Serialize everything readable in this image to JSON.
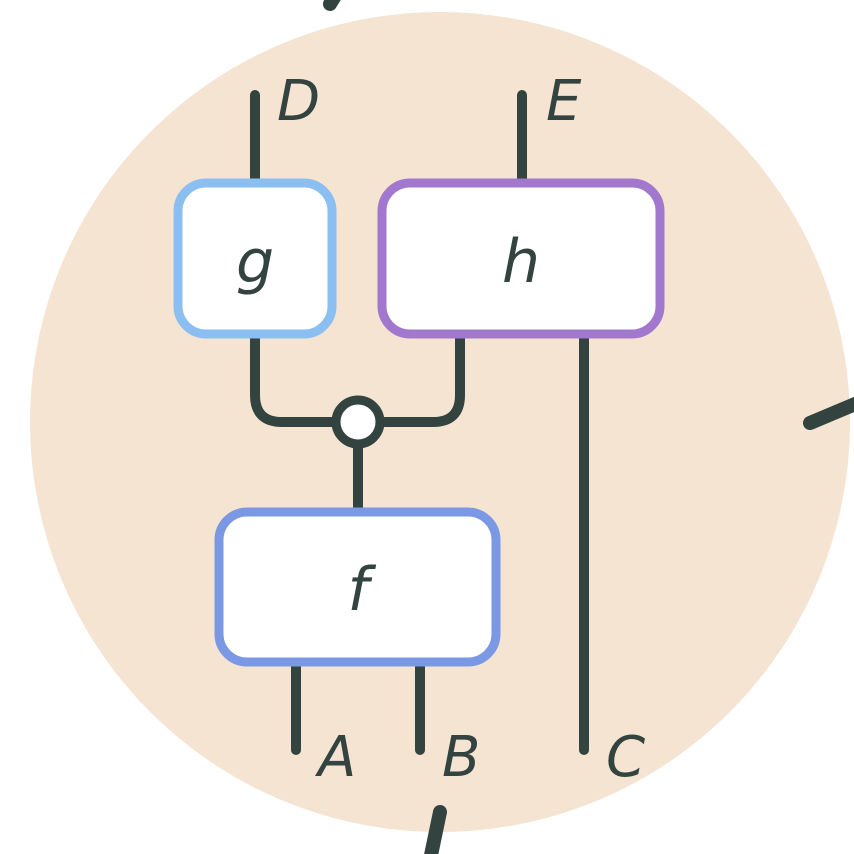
{
  "colors": {
    "background_disc": "#f6e4d3",
    "wire": "#324340",
    "box_fill": "#ffffff",
    "box_g_stroke": "#8bbff2",
    "box_h_stroke": "#a278ce",
    "box_f_stroke": "#7b98e4",
    "node_fill": "#ffffff"
  },
  "boxes": {
    "f": {
      "label": "f"
    },
    "g": {
      "label": "g"
    },
    "h": {
      "label": "h"
    }
  },
  "wires": {
    "inputs": [
      {
        "label": "A"
      },
      {
        "label": "B"
      },
      {
        "label": "C"
      }
    ],
    "outputs": [
      {
        "label": "D"
      },
      {
        "label": "E"
      }
    ]
  }
}
